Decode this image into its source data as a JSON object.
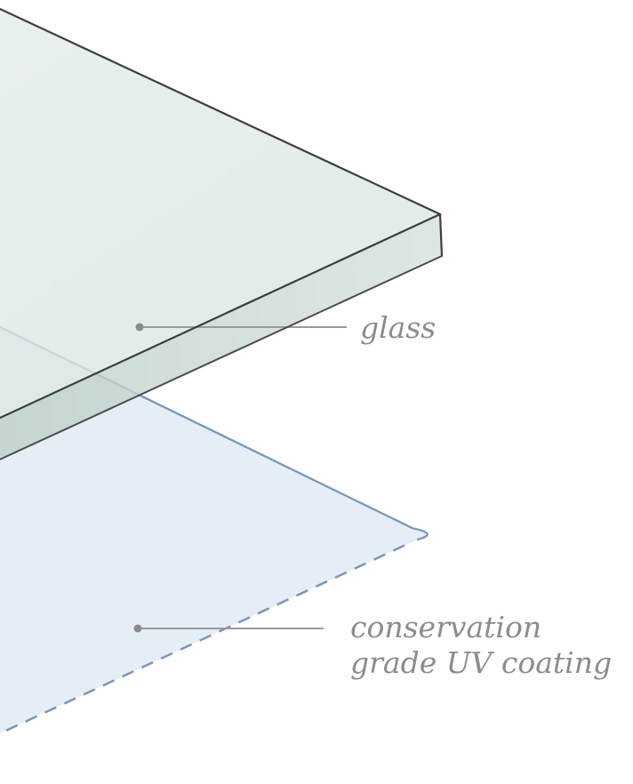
{
  "diagram": {
    "type": "exploded-layer-diagram",
    "labels": {
      "glass": "glass",
      "coating_line1": "conservation",
      "coating_line2": "grade UV coating"
    },
    "colors": {
      "background": "#ffffff",
      "glass_top_fill": "#e7efec",
      "glass_front_fill": "#cfdcd7",
      "glass_edge": "#3d3d3d",
      "glass_edge_bottom": "#4c4c4c",
      "coating_fill": "#e5eef6",
      "coating_edge": "#7b96b7",
      "leader_line": "#9a9a9a",
      "leader_dot": "#8a8a8a",
      "label_text": "#8c8c8c"
    }
  }
}
